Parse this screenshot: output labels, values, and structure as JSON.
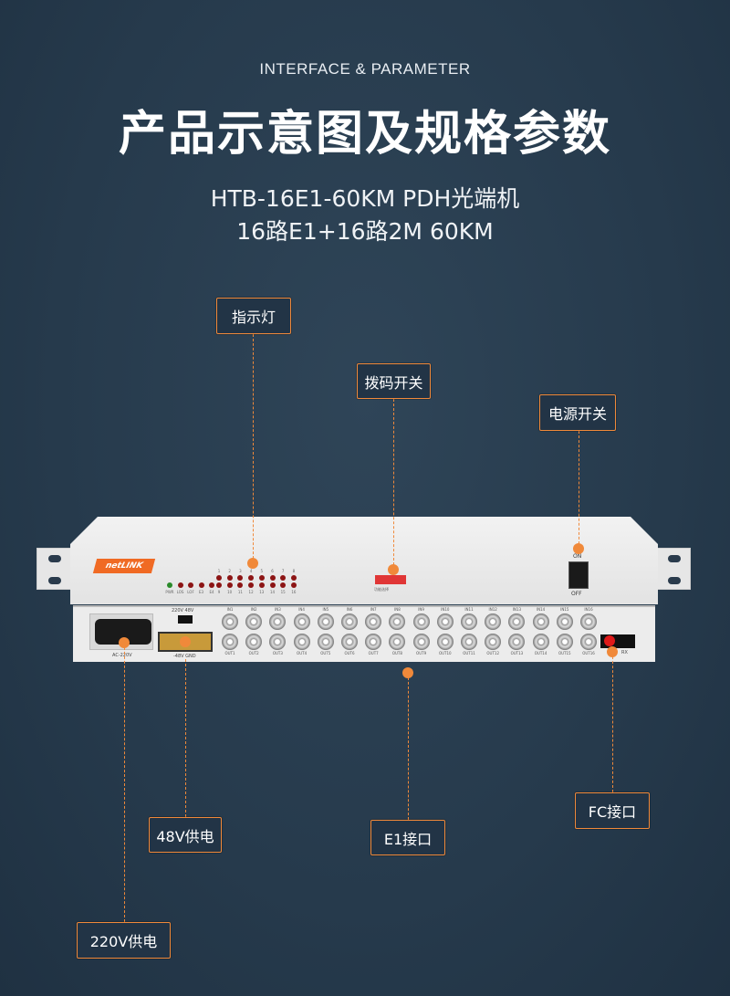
{
  "header": {
    "subtitle": "INTERFACE & PARAMETER",
    "title": "产品示意图及规格参数",
    "model_line1": "HTB-16E1-60KM PDH光端机",
    "model_line2": "16路E1+16路2M 60KM"
  },
  "callouts": {
    "indicator": "指示灯",
    "dip_switch": "拨码开关",
    "power_switch": "电源开关",
    "power_48v": "48V供电",
    "power_220v": "220V供电",
    "e1_port": "E1接口",
    "fc_port": "FC接口"
  },
  "device": {
    "brand": "netLINK",
    "led_top_labels": [
      "1",
      "2",
      "3",
      "4",
      "5",
      "6",
      "7",
      "8"
    ],
    "led_bottom_labels": [
      "PWR",
      "LOS",
      "LOF",
      "E3",
      "E4",
      "9",
      "10",
      "11",
      "12",
      "13",
      "14",
      "15",
      "16"
    ],
    "dip_label": "功能选择",
    "switch_on": "ON",
    "switch_off": "OFF",
    "voltage_select": "220V  48V",
    "ac_label": "AC-220V",
    "dc_label": "-48V GND",
    "in_labels": [
      "IN1",
      "IN2",
      "IN3",
      "IN4",
      "IN5",
      "IN6",
      "IN7",
      "IN8",
      "IN9",
      "IN10",
      "IN11",
      "IN12",
      "IN13",
      "IN14",
      "IN15",
      "IN16"
    ],
    "out_labels": [
      "OUT1",
      "OUT2",
      "OUT3",
      "OUT4",
      "OUT5",
      "OUT6",
      "OUT7",
      "OUT8",
      "OUT9",
      "OUT10",
      "OUT11",
      "OUT12",
      "OUT13",
      "OUT14",
      "OUT15",
      "OUT16"
    ],
    "fc_label": "RX"
  },
  "colors": {
    "accent": "#f0893a",
    "background": "#263a4c"
  }
}
